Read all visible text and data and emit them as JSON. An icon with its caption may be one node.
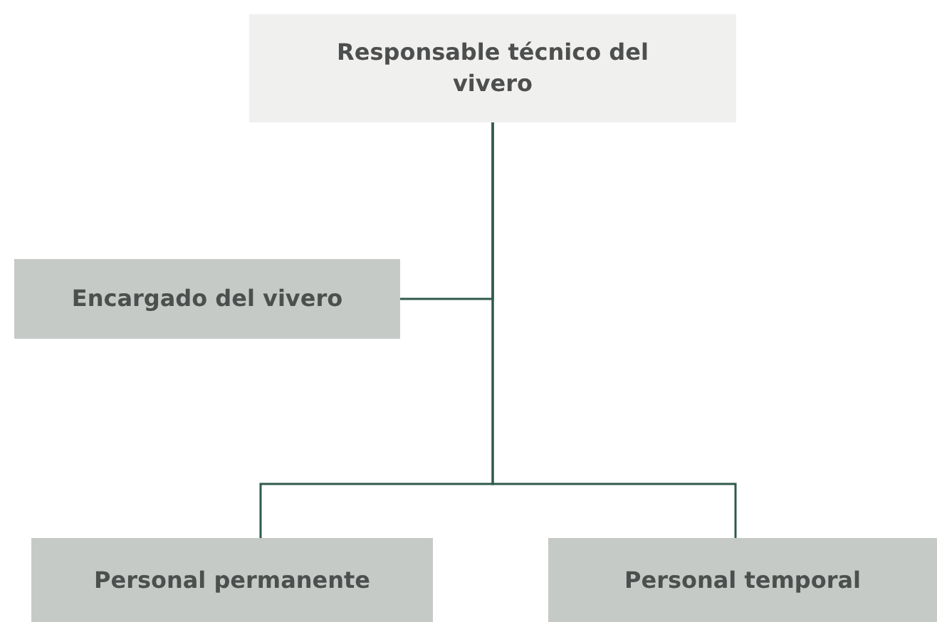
{
  "diagram": {
    "nodes": [
      {
        "text": [
          "Responsable técnico del vivero"
        ]
      },
      {
        "text": [
          "Encargado del vivero"
        ]
      },
      {
        "text": [
          "Personal permanente"
        ]
      },
      {
        "text": [
          "Personal temporal"
        ]
      }
    ],
    "edges": [
      {
        "from": 0,
        "to": 1,
        "arrow": "none"
      },
      {
        "from": 0,
        "to": 2,
        "arrow": "none"
      },
      {
        "from": 0,
        "to": 3,
        "arrow": "none"
      }
    ]
  }
}
